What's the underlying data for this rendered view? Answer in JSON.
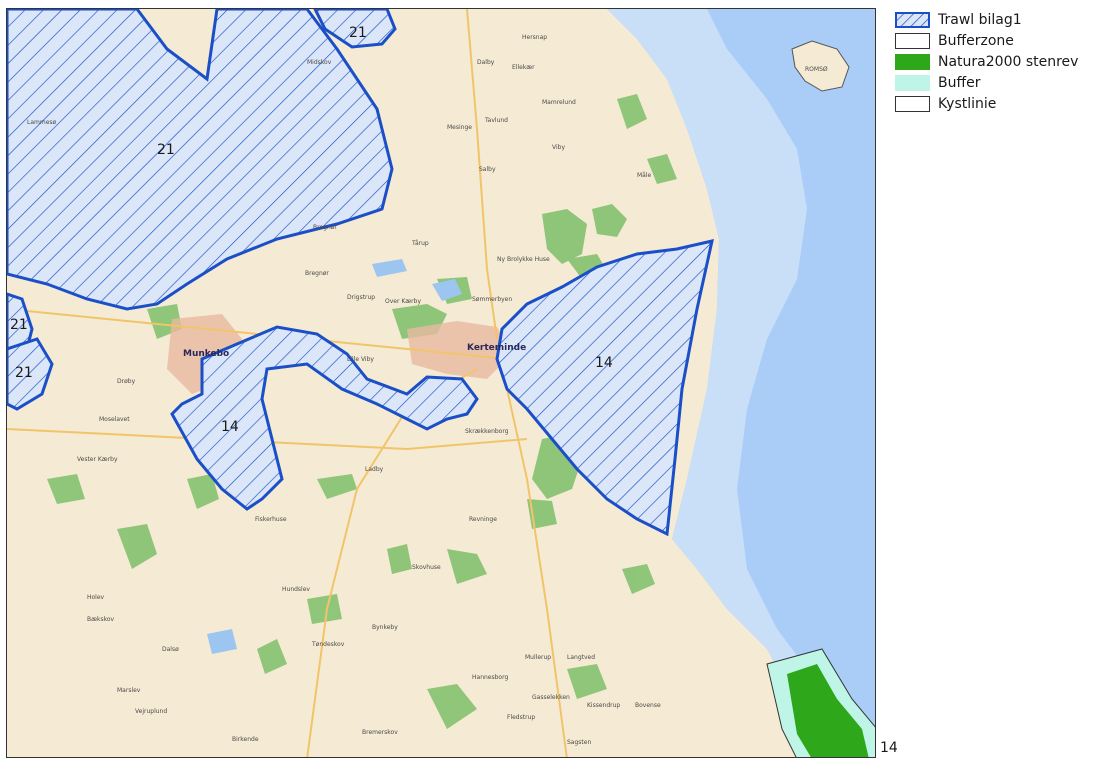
{
  "legend": {
    "items": [
      {
        "label": "Trawl bilag1",
        "style": "hatch",
        "fill": "#dbe6f8",
        "stroke": "#1a4fc8"
      },
      {
        "label": "Bufferzone",
        "style": "outline",
        "fill": "#ffffff",
        "stroke": "#333333"
      },
      {
        "label": "Natura2000 stenrev",
        "style": "solid",
        "fill": "#2ea81a",
        "stroke": "#2ea81a"
      },
      {
        "label": "Buffer",
        "style": "solid",
        "fill": "#bff5e6",
        "stroke": "#6fd6bd"
      },
      {
        "label": "Kystlinie",
        "style": "outline",
        "fill": "#ffffff",
        "stroke": "#333333"
      }
    ]
  },
  "zones": {
    "nw_big": "21",
    "north_small": "21",
    "west_a": "21",
    "west_b": "21",
    "munkebo": "14",
    "kerteminde": "14"
  },
  "edge_label": "14",
  "map": {
    "island": "ROMSØ",
    "towns": [
      "Munkebo",
      "Kerteminde"
    ],
    "places": [
      "Hersnap",
      "Midskov",
      "Dalby",
      "Ellekær",
      "Mamrelund",
      "Mesinge",
      "Tavlund",
      "Viby",
      "Salby",
      "Måle",
      "Lammesø",
      "Bregnør",
      "Tårup",
      "Ny Brolykke Huse",
      "Bregnør",
      "Drigstrup",
      "Over Kærby",
      "Sømmerbyen",
      "Lille Viby",
      "Drøby",
      "Moselavet",
      "Skrækkenborg",
      "Ladby",
      "Revninge",
      "Fiskerhuse",
      "Vester Kærby",
      "Skovhuse",
      "Hundslev",
      "Holev",
      "Bækskov",
      "Dalsø",
      "Bynkeby",
      "Tøndeskov",
      "Mullerup",
      "Langtved",
      "Hannesborg",
      "Gasselekken",
      "Bovense",
      "Kissendrup",
      "Marslev",
      "Vejruplund",
      "Birkende",
      "Fledstrup",
      "Bremerskov",
      "Sagsten"
    ]
  },
  "colors": {
    "land": "#f5ead3",
    "sea_deep": "#a9cdf7",
    "sea_shallow": "#c9dff8",
    "lake": "#9cc6ef",
    "forest": "#7dbf6a",
    "zone_stroke": "#1a4fc8",
    "zone_fill": "#dbe6f8"
  }
}
